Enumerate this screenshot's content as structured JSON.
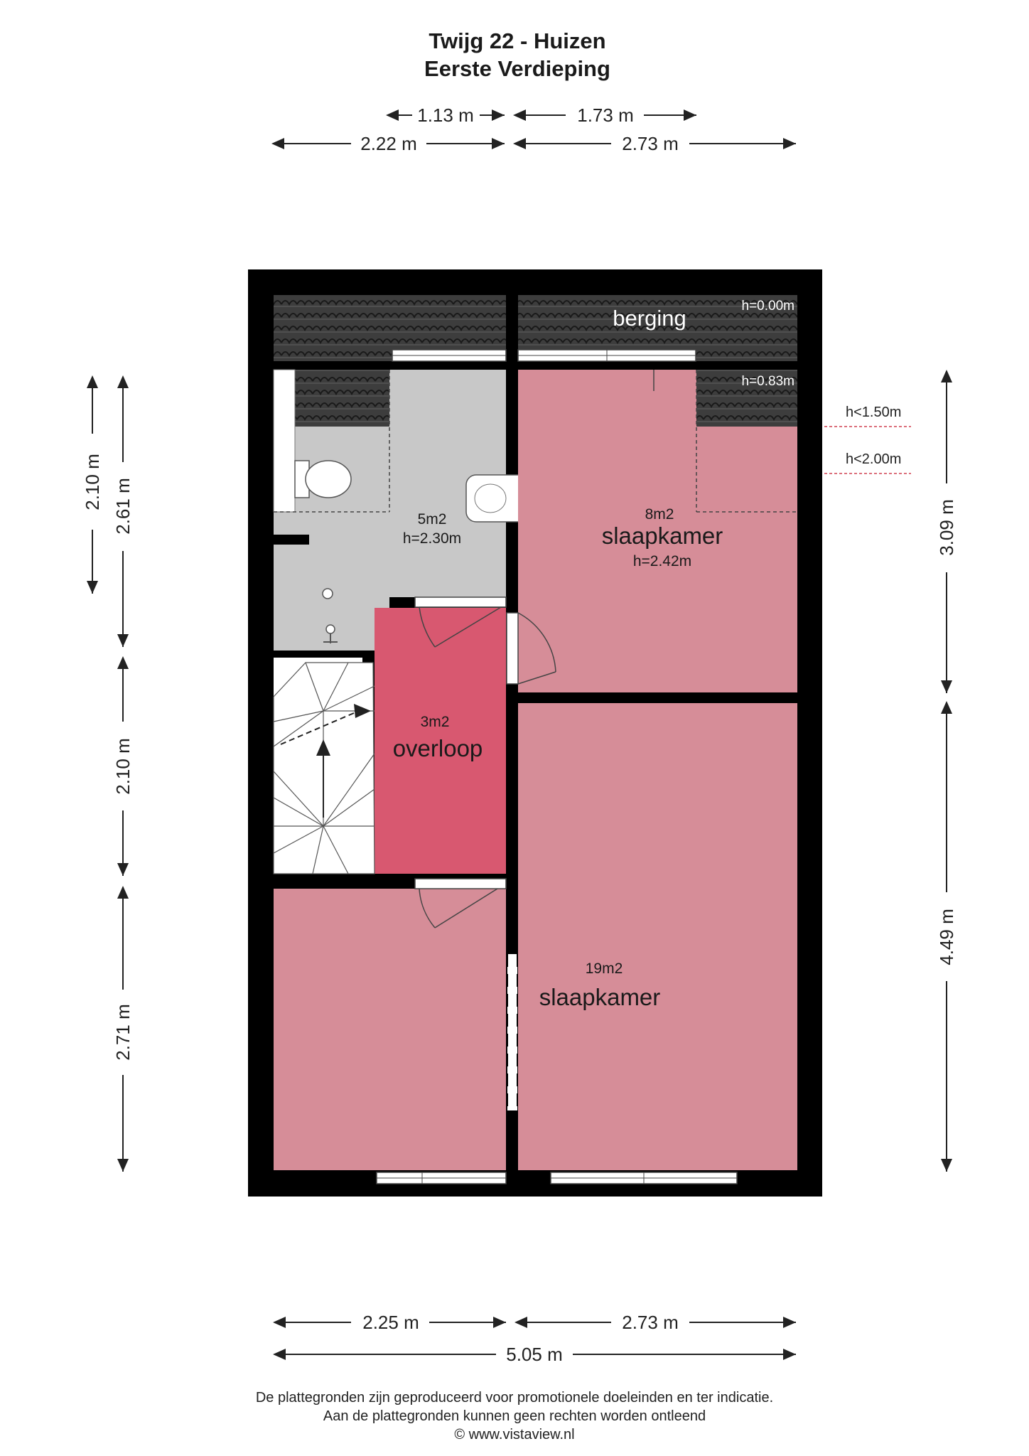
{
  "header": {
    "title": "Twijg 22 - Huizen",
    "subtitle": "Eerste Verdieping"
  },
  "dimensions": {
    "top_inner_left": "1.13 m",
    "top_inner_right": "1.73 m",
    "top_left": "2.22 m",
    "top_right": "2.73 m",
    "left_outer": "2.10 m",
    "left_1": "2.61 m",
    "left_2": "2.10 m",
    "left_3": "2.71 m",
    "right_1": "3.09 m",
    "right_2": "4.49 m",
    "bottom_left": "2.25 m",
    "bottom_right": "2.73 m",
    "bottom_total": "5.05 m"
  },
  "rooms": {
    "bathroom": {
      "area": "5m2",
      "height": "h=2.30m"
    },
    "bedroom_top": {
      "area": "8m2",
      "name": "slaapkamer",
      "height": "h=2.42m"
    },
    "landing": {
      "area": "3m2",
      "name": "overloop"
    },
    "bedroom_bottom": {
      "area": "19m2",
      "name": "slaapkamer"
    },
    "storage": {
      "name": "berging",
      "height": "h=0.00m"
    },
    "eaves": {
      "height": "h=0.83m"
    }
  },
  "height_notes": {
    "lt150": "h<1.50m",
    "lt200": "h<2.00m"
  },
  "footer": {
    "line1": "De plattegronden zijn geproduceerd voor promotionele doeleinden en ter indicatie.",
    "line2": "Aan de plattegronden kunnen geen rechten worden ontleend",
    "line3": "© www.vistaview.nl"
  },
  "colors": {
    "wall": "#000000",
    "bedroom": "#d68d98",
    "landing": "#d85870",
    "bathroom": "#c8c8c8",
    "roof_tile": "#3a3a3a",
    "dashed_marker": "#d04050"
  }
}
